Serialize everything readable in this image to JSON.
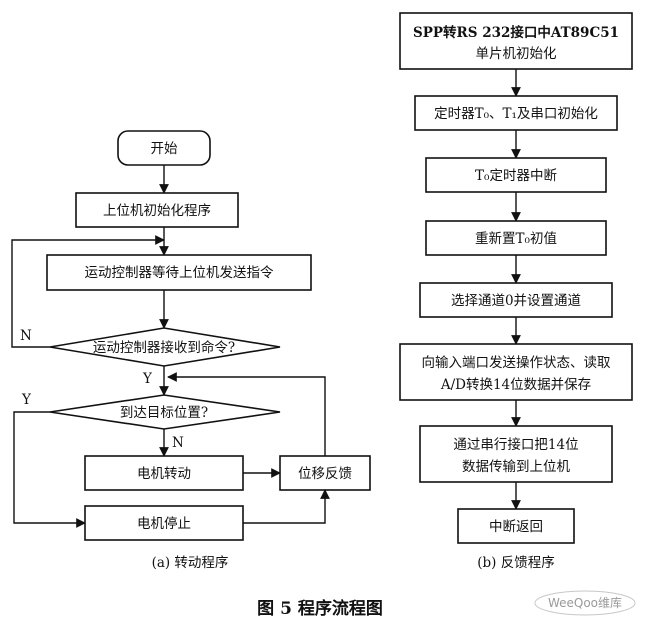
{
  "left": {
    "start": "开始",
    "init": "上位机初始化程序",
    "wait": "运动控制器等待上位机发送指令",
    "decision_cmd": "运动控制器接收到命令?",
    "n1": "N",
    "y1": "Y",
    "decision_target": "到达目标位置?",
    "y2": "Y",
    "n2": "N",
    "motor_run": "电机转动",
    "feedback": "位移反馈",
    "motor_stop": "电机停止",
    "caption": "(a) 转动程序"
  },
  "right": {
    "box1_line1": "SPP转RS 232接口中AT89C51",
    "box1_line2": "单片机初始化",
    "box2": "定时器T₀、T₁及串口初始化",
    "box3": "T₀定时器中断",
    "box4": "重新置T₀初值",
    "box5": "选择通道0并设置通道",
    "box6_line1": "向输入端口发送操作状态、读取",
    "box6_line2": "A/D转换14位数据并保存",
    "box7_line1": "通过串行接口把14位",
    "box7_line2": "数据传输到上位机",
    "box8": "中断返回",
    "caption": "(b) 反馈程序"
  },
  "figure_title": "图 5   程序流程图",
  "watermark": "WeeQoo维库"
}
